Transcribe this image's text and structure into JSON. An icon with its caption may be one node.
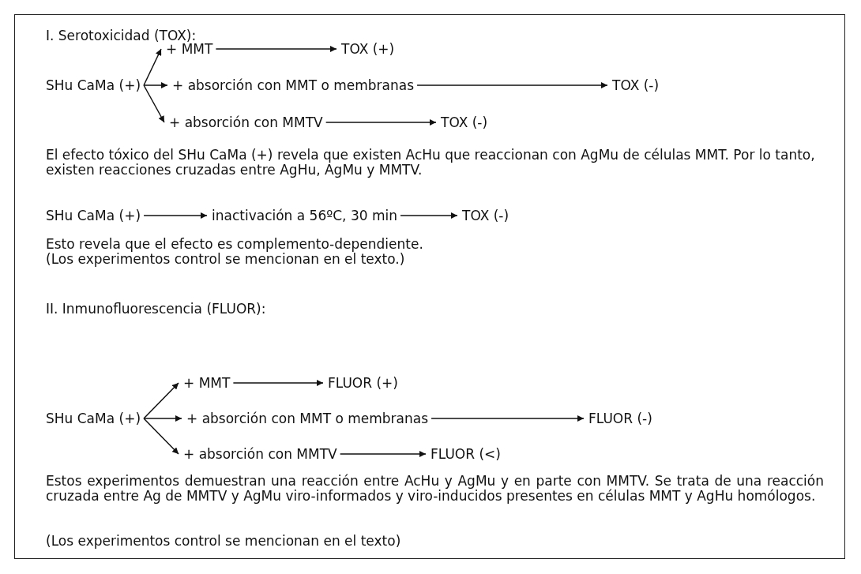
{
  "diagram": {
    "nodes": [
      {
        "text": [
          "SHu CaMa (+)"
        ]
      },
      {
        "text": [
          "+ MMT"
        ]
      },
      {
        "text": [
          "TOX (+)"
        ]
      },
      {
        "text": [
          "+ absorción con MMT o membranas"
        ]
      },
      {
        "text": [
          "TOX (-)"
        ]
      },
      {
        "text": [
          "+ absorción con MMTV"
        ]
      },
      {
        "text": [
          "TOX (-)"
        ]
      },
      {
        "text": [
          "SHu CaMa (+)"
        ]
      },
      {
        "text": [
          "inactivación a 56ºC, 30 min"
        ]
      },
      {
        "text": [
          "TOX (-)"
        ]
      },
      {
        "text": [
          "SHu CaMa (+)"
        ]
      },
      {
        "text": [
          "+ MMT"
        ]
      },
      {
        "text": [
          "FLUOR (+)"
        ]
      },
      {
        "text": [
          "+ absorción con MMT o membranas"
        ]
      },
      {
        "text": [
          "FLUOR (-)"
        ]
      },
      {
        "text": [
          "+ absorción con MMTV"
        ]
      },
      {
        "text": [
          "FLUOR (<)"
        ]
      }
    ],
    "edges": [
      {
        "from": 0,
        "to": 1,
        "arrow": "to"
      },
      {
        "from": 1,
        "to": 2,
        "arrow": "to"
      },
      {
        "from": 0,
        "to": 3,
        "arrow": "to"
      },
      {
        "from": 3,
        "to": 4,
        "arrow": "to"
      },
      {
        "from": 0,
        "to": 5,
        "arrow": "to"
      },
      {
        "from": 5,
        "to": 6,
        "arrow": "to"
      },
      {
        "from": 7,
        "to": 8,
        "arrow": "to"
      },
      {
        "from": 8,
        "to": 9,
        "arrow": "to"
      },
      {
        "from": 10,
        "to": 11,
        "arrow": "to"
      },
      {
        "from": 11,
        "to": 12,
        "arrow": "to"
      },
      {
        "from": 10,
        "to": 13,
        "arrow": "to"
      },
      {
        "from": 13,
        "to": 14,
        "arrow": "to"
      },
      {
        "from": 10,
        "to": 15,
        "arrow": "to"
      },
      {
        "from": 15,
        "to": 16,
        "arrow": "to"
      }
    ],
    "labels": [
      "I. Serotoxicidad (TOX):",
      "El efecto tóxico del SHu CaMa (+) revela que existen AcHu que reaccionan con AgMu de células MMT. Por lo tanto, existen reacciones cruzadas entre AgHu, AgMu y MMTV.",
      "Esto revela que el efecto es complemento-dependiente.",
      "(Los experimentos control se mencionan en el texto.)",
      "II. Inmunofluorescencia (FLUOR):",
      "Estos experimentos demuestran una reacción entre AcHu y AgMu y en parte con MMTV. Se trata de una reacción cruzada entre Ag de MMTV y AgMu viro-informados y viro-inducidos presentes en células MMT y AgHu homólogos.",
      "(Los experimentos control se mencionan en el texto)"
    ]
  }
}
